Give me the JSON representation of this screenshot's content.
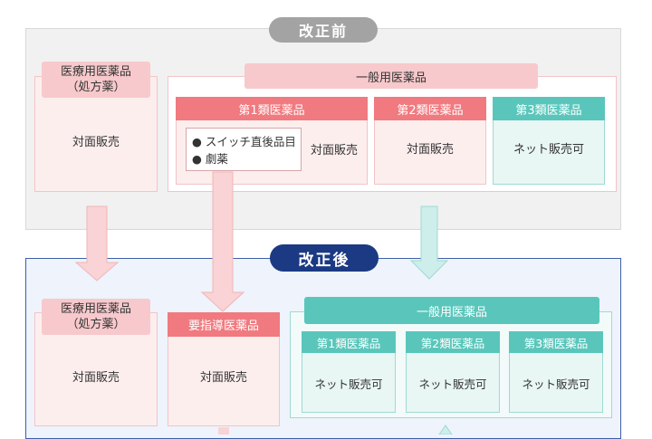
{
  "before": {
    "label": "改正前",
    "rx": {
      "title_line1": "医療用医薬品",
      "title_line2": "（処方薬）",
      "sales": "対面販売"
    },
    "general": {
      "title": "一般用医薬品",
      "class1": {
        "title": "第1類医薬品",
        "notes": [
          "スイッチ直後品目",
          "劇薬"
        ],
        "sales": "対面販売"
      },
      "class2": {
        "title": "第2類医薬品",
        "sales": "対面販売"
      },
      "class3": {
        "title": "第3類医薬品",
        "sales": "ネット販売可"
      }
    }
  },
  "after": {
    "label": "改正後",
    "rx": {
      "title_line1": "医療用医薬品",
      "title_line2": "（処方薬）",
      "sales": "対面販売"
    },
    "guidance": {
      "title": "要指導医薬品",
      "sales": "対面販売"
    },
    "general": {
      "title": "一般用医薬品",
      "class1": {
        "title": "第1類医薬品",
        "sales": "ネット販売可"
      },
      "class2": {
        "title": "第2類医薬品",
        "sales": "ネット販売可"
      },
      "class3": {
        "title": "第3類医薬品",
        "sales": "ネット販売可"
      }
    }
  },
  "colors": {
    "pink": "#f7c9cc",
    "red": "#f07a7f",
    "teal": "#5ac6bb",
    "navy": "#1b3a83",
    "gray": "#a3a3a3"
  }
}
